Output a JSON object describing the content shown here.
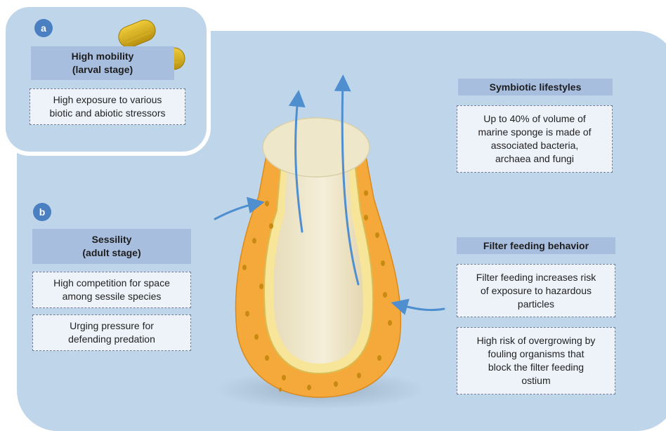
{
  "panel_a": {
    "badge": "a",
    "title_line1": "High mobility",
    "title_line2": "(larval stage)",
    "box1_line1": "High exposure to various",
    "box1_line2": "biotic and abiotic stressors"
  },
  "panel_b": {
    "badge": "b",
    "sessility": {
      "title_line1": "Sessility",
      "title_line2": "(adult stage)",
      "box1_line1": "High competition for space",
      "box1_line2": "among sessile species",
      "box2_line1": "Urging pressure for",
      "box2_line2": "defending predation"
    },
    "symbiotic": {
      "title": "Symbiotic lifestyles",
      "box_line1": "Up to 40% of volume of",
      "box_line2": "marine sponge is made of",
      "box_line3": "associated bacteria,",
      "box_line4": "archaea and fungi"
    },
    "filter": {
      "title": "Filter feeding behavior",
      "box1_line1": "Filter feeding increases risk",
      "box1_line2": "of exposure to hazardous",
      "box1_line3": "particles",
      "box2_line1": "High risk of overgrowing by",
      "box2_line2": "fouling organisms that",
      "box2_line3": "block the filter feeding",
      "box2_line4": "ostium"
    }
  },
  "colors": {
    "panel": "#bfd6ea",
    "title_fill": "#a8bedf",
    "badge": "#4a7fc1",
    "sponge_outer": "#f4a93a",
    "sponge_inner": "#f2ebcf",
    "arrow": "#4f8fd0"
  }
}
